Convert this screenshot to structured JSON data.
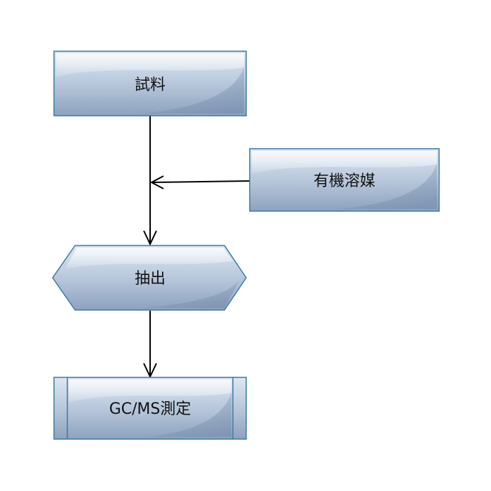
{
  "diagram": {
    "nodes": {
      "sample": {
        "label": "試料",
        "shape": "rectangle"
      },
      "solvent": {
        "label": "有機溶媒",
        "shape": "rectangle"
      },
      "extraction": {
        "label": "抽出",
        "shape": "hexagon"
      },
      "measurement": {
        "label": "GC/MS測定",
        "shape": "predefined-process"
      }
    },
    "edges": [
      {
        "from": "sample",
        "to": "extraction"
      },
      {
        "from": "solvent",
        "to": "sample-extraction-line"
      },
      {
        "from": "extraction",
        "to": "measurement"
      }
    ],
    "colors": {
      "fill_top": "#d7e3f0",
      "fill_bottom": "#8fa4c0",
      "stroke": "#2f6f99",
      "highlight": "#ffffff",
      "arrow": "#000000"
    }
  }
}
